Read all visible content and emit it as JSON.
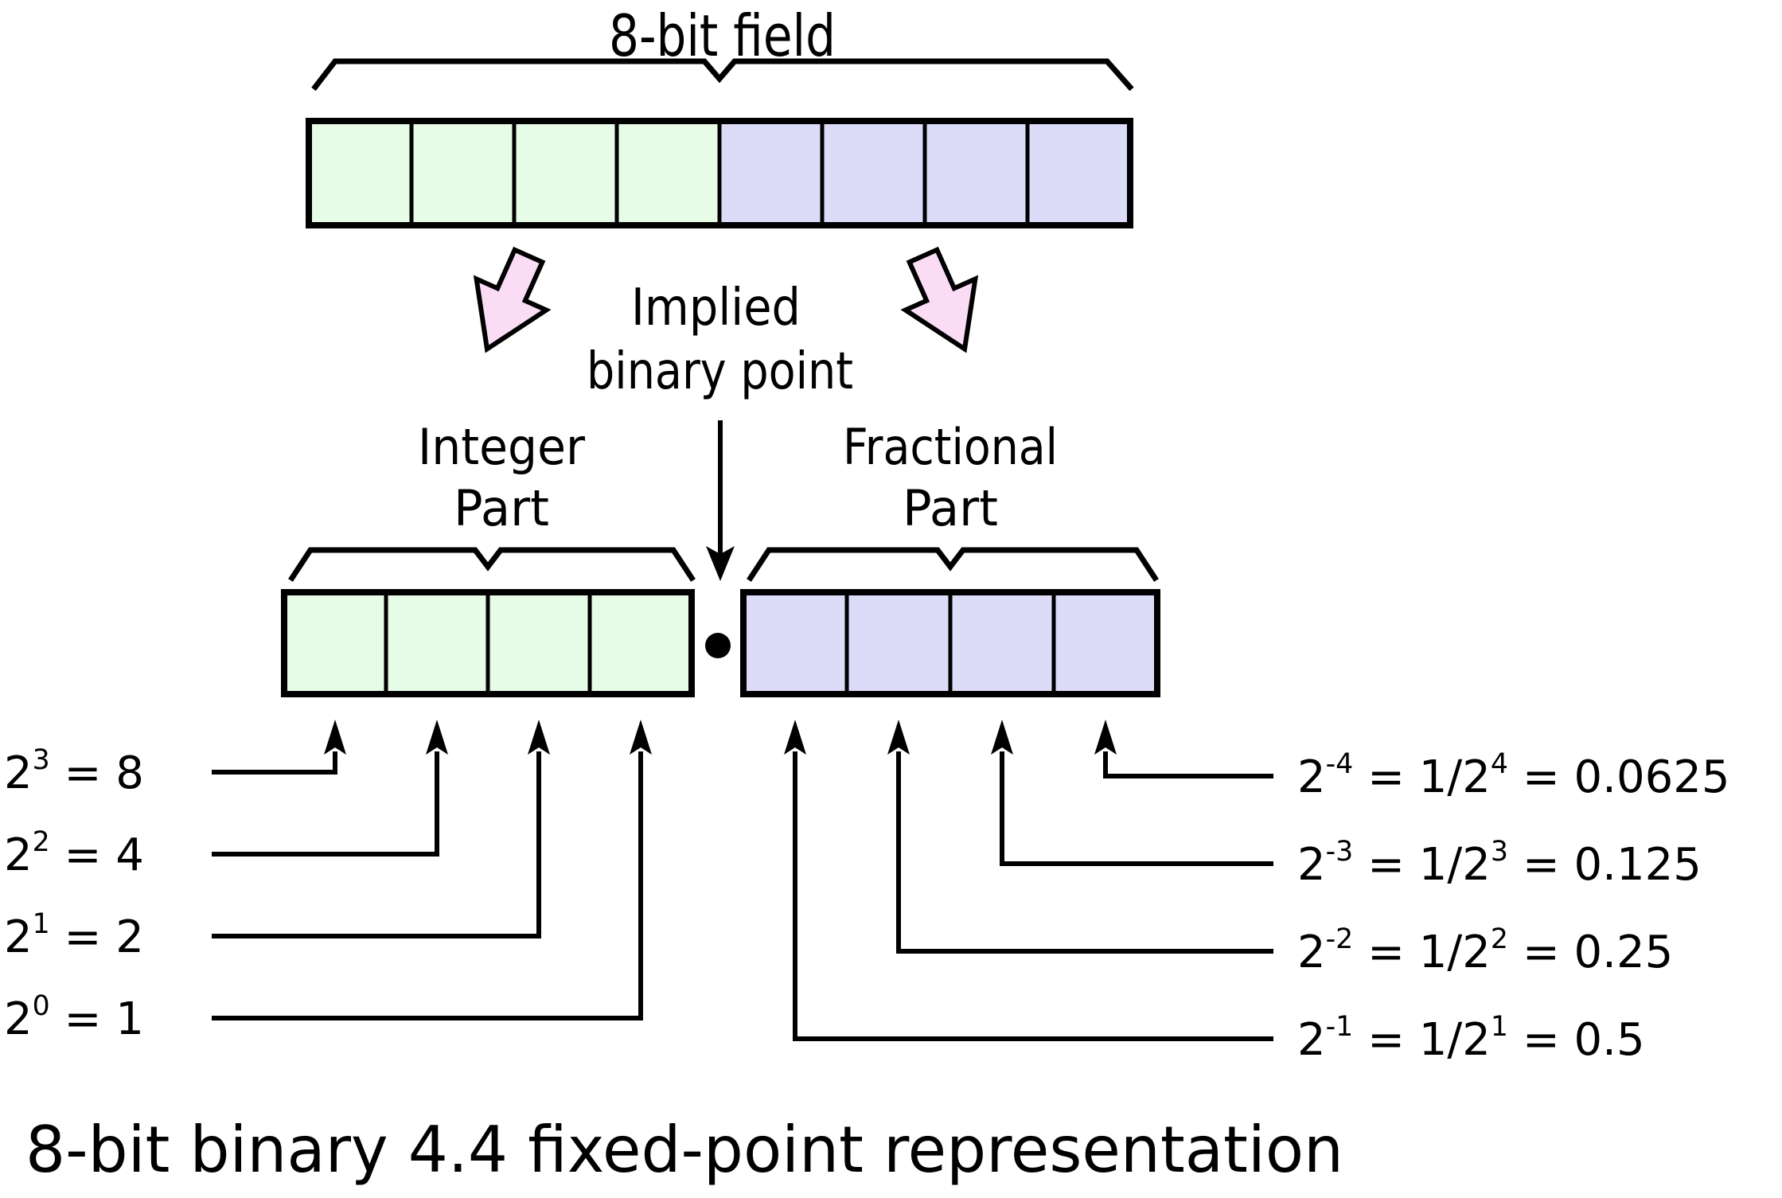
{
  "colors": {
    "integer_fill": "#e6fce6",
    "fraction_fill": "#dddcf8",
    "arrow_fill": "#fadcf5",
    "line": "#000000"
  },
  "bit_field": {
    "integer_bits": 4,
    "fraction_bits": 4
  },
  "top": {
    "field_label": "8-bit field"
  },
  "middle": {
    "implied_line1": "Implied",
    "implied_line2": "binary point",
    "integer_label_line1": "Integer",
    "integer_label_line2": "Part",
    "fractional_label_line1": "Fractional",
    "fractional_label_line2": "Part"
  },
  "integer_powers": [
    {
      "parts": [
        {
          "text": "2"
        },
        {
          "text": "3",
          "sup": true
        },
        {
          "text": " = 8"
        }
      ]
    },
    {
      "parts": [
        {
          "text": "2"
        },
        {
          "text": "2",
          "sup": true
        },
        {
          "text": " = 4"
        }
      ]
    },
    {
      "parts": [
        {
          "text": "2"
        },
        {
          "text": "1",
          "sup": true
        },
        {
          "text": " = 2"
        }
      ]
    },
    {
      "parts": [
        {
          "text": "2"
        },
        {
          "text": "0",
          "sup": true
        },
        {
          "text": " = 1"
        }
      ]
    }
  ],
  "fraction_powers": [
    {
      "parts": [
        {
          "text": "2"
        },
        {
          "text": "-4",
          "sup": true
        },
        {
          "text": " = 1/2"
        },
        {
          "text": "4",
          "sup": true
        },
        {
          "text": " = 0.0625"
        }
      ]
    },
    {
      "parts": [
        {
          "text": "2"
        },
        {
          "text": "-3",
          "sup": true
        },
        {
          "text": " = 1/2"
        },
        {
          "text": "3",
          "sup": true
        },
        {
          "text": " = 0.125"
        }
      ]
    },
    {
      "parts": [
        {
          "text": "2"
        },
        {
          "text": "-2",
          "sup": true
        },
        {
          "text": " = 1/2"
        },
        {
          "text": "2",
          "sup": true
        },
        {
          "text": " = 0.25"
        }
      ]
    },
    {
      "parts": [
        {
          "text": "2"
        },
        {
          "text": "-1",
          "sup": true
        },
        {
          "text": " = 1/2"
        },
        {
          "text": "1",
          "sup": true
        },
        {
          "text": " = 0.5"
        }
      ]
    }
  ],
  "caption": "8-bit binary 4.4 fixed-point representation"
}
